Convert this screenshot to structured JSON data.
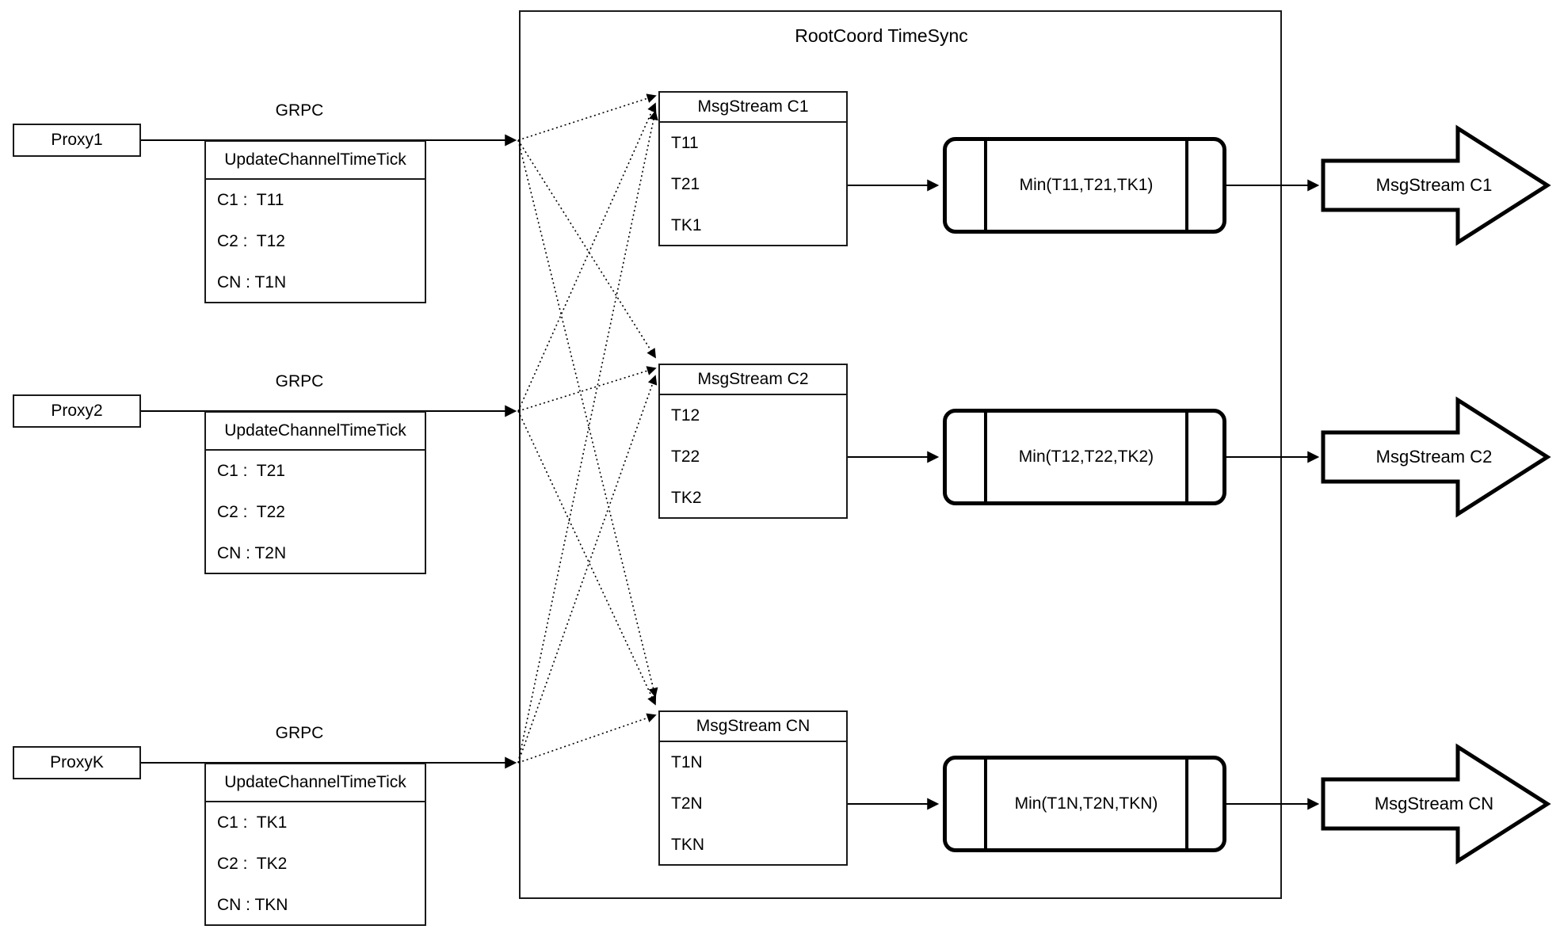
{
  "diagram": {
    "title": "RootCoord TimeSync",
    "colors": {
      "ink": "#000000",
      "background": "#ffffff"
    },
    "proxies": [
      {
        "name": "Proxy1",
        "protocol": "GRPC",
        "table": {
          "header": "UpdateChannelTimeTick",
          "rows": [
            "C1 :  T11",
            "C2 :  T12",
            "CN : T1N"
          ]
        }
      },
      {
        "name": "Proxy2",
        "protocol": "GRPC",
        "table": {
          "header": "UpdateChannelTimeTick",
          "rows": [
            "C1 :  T21",
            "C2 :  T22",
            "CN : T2N"
          ]
        }
      },
      {
        "name": "ProxyK",
        "protocol": "GRPC",
        "table": {
          "header": "UpdateChannelTimeTick",
          "rows": [
            "C1 :  TK1",
            "C2 :  TK2",
            "CN : TKN"
          ]
        }
      }
    ],
    "streams": [
      {
        "table": {
          "header": "MsgStream C1",
          "rows": [
            "T11",
            "T21",
            "TK1"
          ]
        },
        "min_label": "Min(T11,T21,TK1)",
        "output_label": "MsgStream C1"
      },
      {
        "table": {
          "header": "MsgStream C2",
          "rows": [
            "T12",
            "T22",
            "TK2"
          ]
        },
        "min_label": "Min(T12,T22,TK2)",
        "output_label": "MsgStream C2"
      },
      {
        "table": {
          "header": "MsgStream CN",
          "rows": [
            "T1N",
            "T2N",
            "TKN"
          ]
        },
        "min_label": "Min(T1N,T2N,TKN)",
        "output_label": "MsgStream CN"
      }
    ]
  }
}
